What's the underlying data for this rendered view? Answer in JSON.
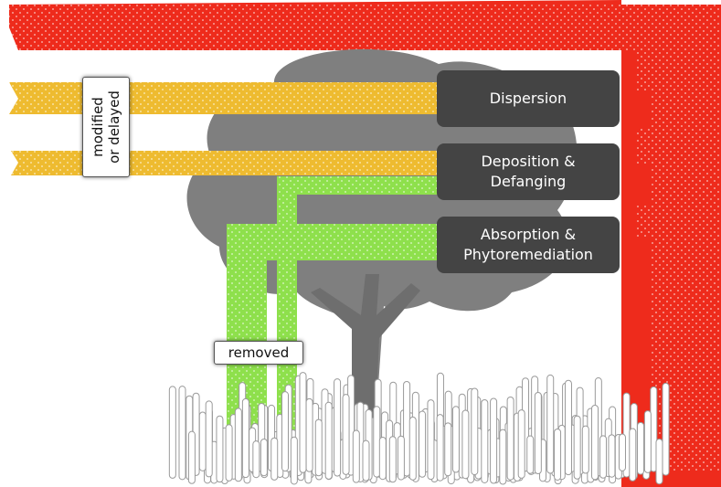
{
  "colors": {
    "red_band": "#ee2b1c",
    "yellow_band": "#eebb30",
    "green_band": "#8ee04c",
    "tree": "#7f7f7f",
    "label_bg": "#444444",
    "grass_outline": "#9a9a9a"
  },
  "labels": {
    "dispersion": "Dispersion",
    "deposition_line1": "Deposition &",
    "deposition_line2": "Defanging",
    "absorption_line1": "Absorption &",
    "absorption_line2": "Phytoremediation"
  },
  "tags": {
    "modified_line1": "modified",
    "modified_line2": "or delayed",
    "removed": "removed"
  },
  "icons": [
    "tree-icon",
    "grass-icon"
  ]
}
